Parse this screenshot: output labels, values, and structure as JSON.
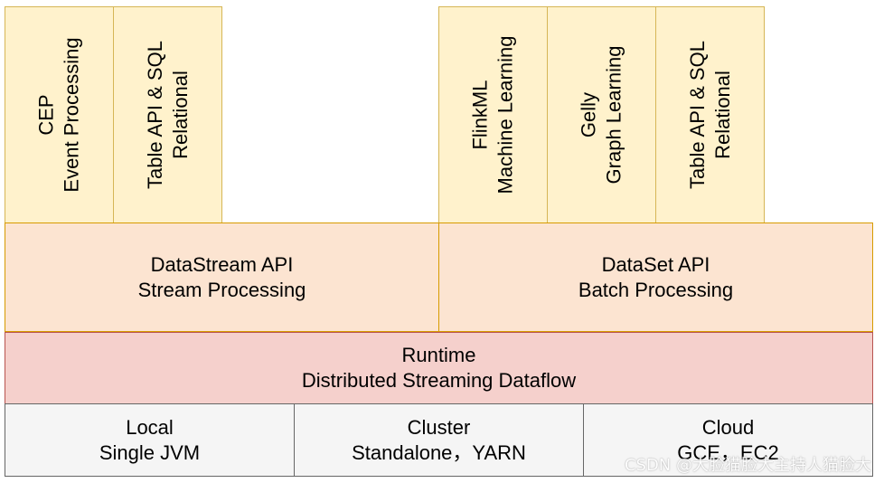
{
  "libraries": {
    "cep": {
      "line1": "CEP",
      "line2": "Event Processing"
    },
    "table_stream": {
      "line1": "Table API & SQL",
      "line2": "Relational"
    },
    "flinkml": {
      "line1": "FlinkML",
      "line2": "Machine Learning"
    },
    "gelly": {
      "line1": "Gelly",
      "line2": "Graph Learning"
    },
    "table_batch": {
      "line1": "Table API & SQL",
      "line2": "Relational"
    }
  },
  "apis": {
    "datastream": {
      "line1": "DataStream API",
      "line2": "Stream Processing"
    },
    "dataset": {
      "line1": "DataSet API",
      "line2": "Batch Processing"
    }
  },
  "runtime": {
    "line1": "Runtime",
    "line2": "Distributed Streaming Dataflow"
  },
  "deploy": {
    "local": {
      "line1": "Local",
      "line2": "Single JVM"
    },
    "cluster": {
      "line1": "Cluster",
      "line2": "Standalone，YARN"
    },
    "cloud": {
      "line1": "Cloud",
      "line2": "GCE，EC2"
    }
  },
  "watermark": "CSDN @大脸猫脸大主持人猫脸大"
}
